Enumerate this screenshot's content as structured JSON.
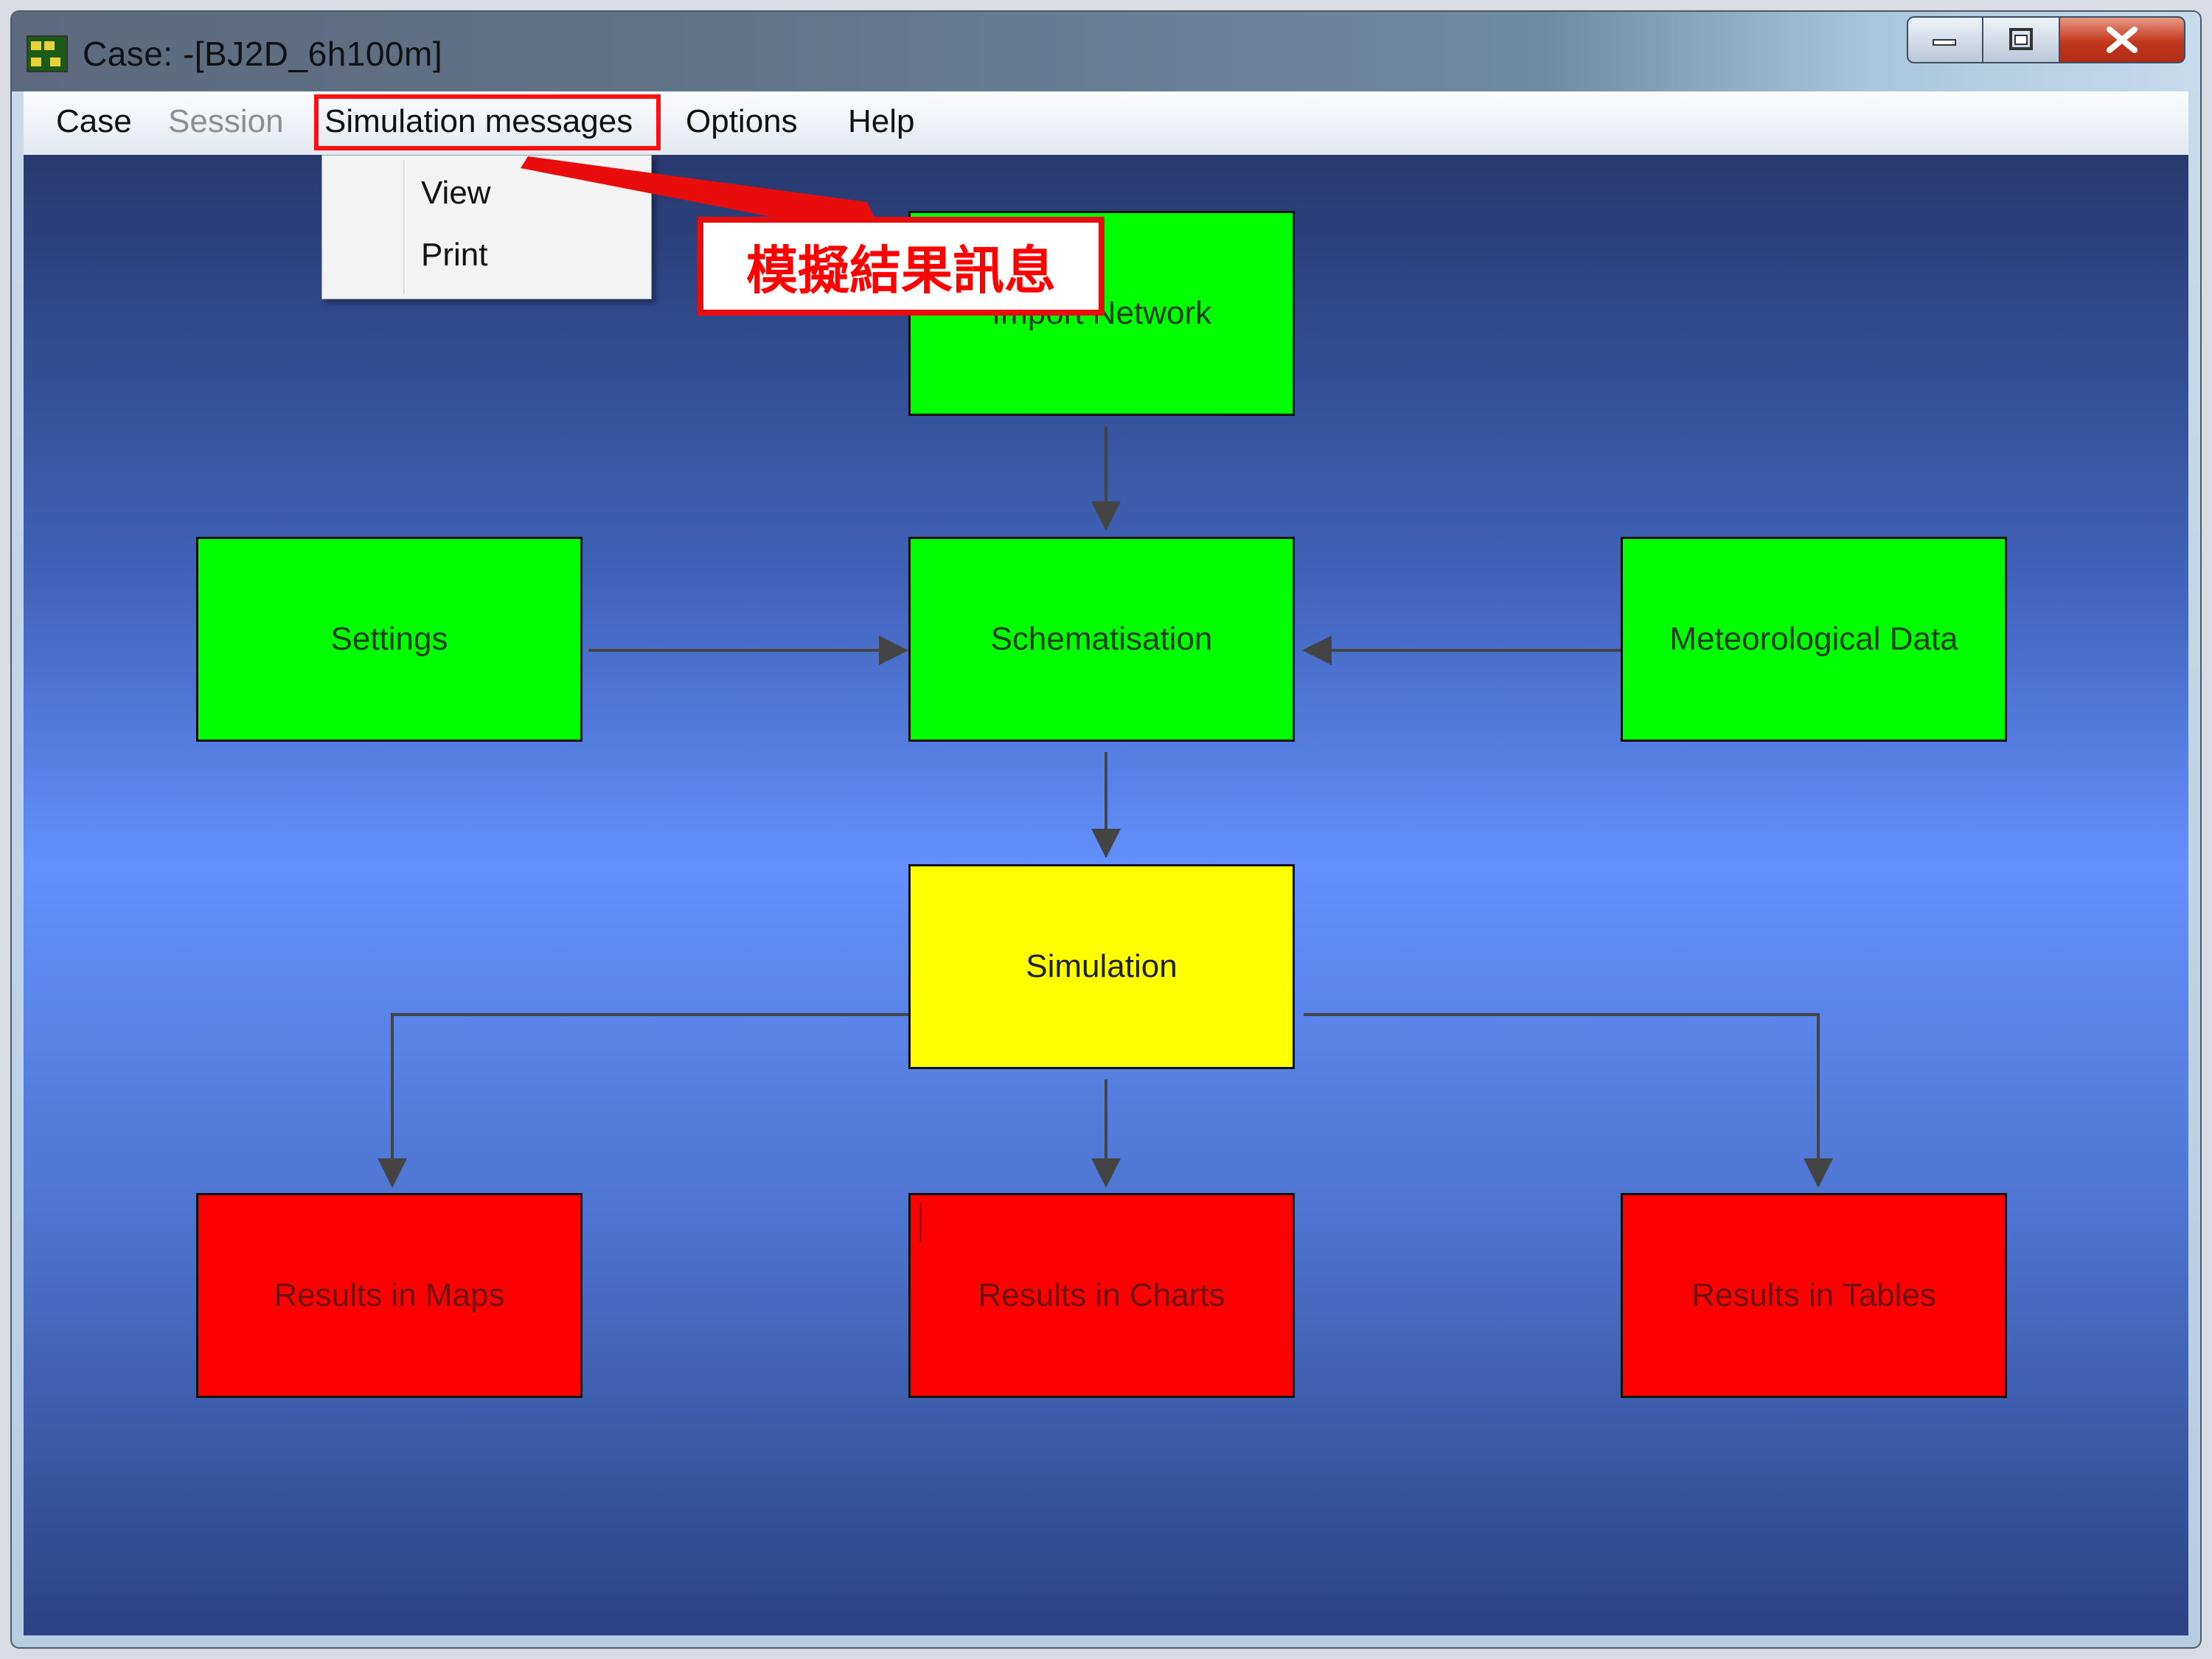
{
  "window": {
    "title": "Case: -[BJ2D_6h100m]"
  },
  "menubar": {
    "items": [
      {
        "label": "Case",
        "enabled": true
      },
      {
        "label": "Session",
        "enabled": false
      },
      {
        "label": "Simulation messages",
        "enabled": true
      },
      {
        "label": "Options",
        "enabled": true
      },
      {
        "label": "Help",
        "enabled": true
      }
    ]
  },
  "dropdown": {
    "items": [
      "View",
      "Print"
    ]
  },
  "callout": {
    "text": "模擬結果訊息",
    "color": "#ff0000"
  },
  "flowchart": {
    "nodes": {
      "import_network": "Import Network",
      "settings": "Settings",
      "schematisation": "Schematisation",
      "meteorological_data": "Meteorological Data",
      "simulation": "Simulation",
      "results_maps": "Results in Maps",
      "results_charts": "Results in Charts",
      "results_tables": "Results in Tables"
    },
    "status_colors": {
      "completed": "#00ff00",
      "ready": "#ffff00",
      "not_available": "#ff0000"
    }
  }
}
